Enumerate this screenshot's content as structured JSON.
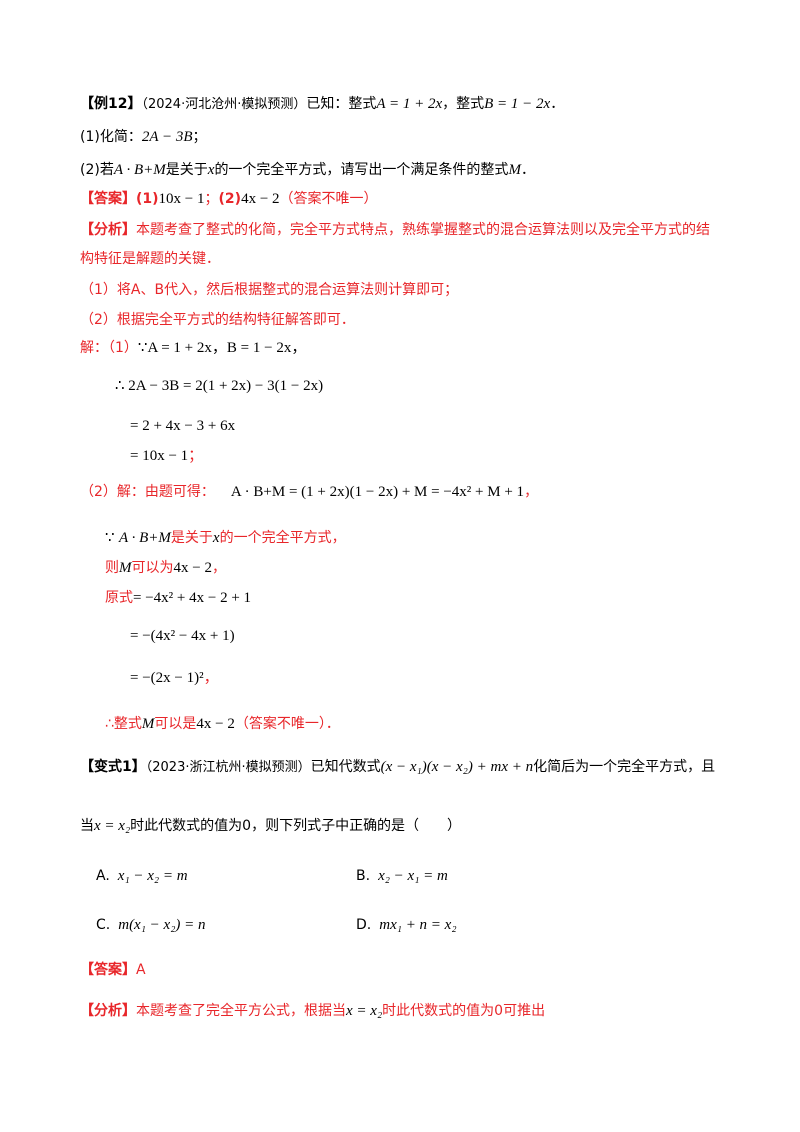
{
  "ex12": {
    "tag": "【例12】",
    "source": "（2024·河北沧州·模拟预测）",
    "stem_a": "已知：整式",
    "eqA": "A = 1 + 2x",
    "stem_b": "，整式",
    "eqB": "B = 1 − 2x",
    "stem_end": "．",
    "q1_label": "(1)化简：",
    "q1_expr": "2A − 3B",
    "q1_end": "；",
    "q2_label": "(2)若",
    "q2_expr": "A · B+M",
    "q2_text": "是关于",
    "q2_x": "x",
    "q2_text2": "的一个完全平方式，请写出一个满足条件的整式",
    "q2_M": "M",
    "q2_end": "．",
    "ans_tag": "【答案】",
    "ans1_label": "(1)",
    "ans1": "10x − 1",
    "ans_sep": "；",
    "ans2_label": "(2)",
    "ans2": "4x − 2",
    "ans2_note": "（答案不唯一）",
    "analysis_tag": "【分析】",
    "analysis_1": "本题考查了整式的化简，完全平方式特点，熟练掌握整式的混合运算法则以及完全平方式的结",
    "analysis_2": "构特征是解题的关键．",
    "step1": "（1）将A、B代入，然后根据整式的混合运算法则计算即可；",
    "step2": "（2）根据完全平方式的结构特征解答即可．",
    "sol_label": "解：（1）",
    "sol_given": "∵A = 1 + 2x，B = 1 − 2x，",
    "sol_l1": "∴ 2A − 3B = 2(1 + 2x) − 3(1 − 2x)",
    "sol_l2": "= 2 + 4x − 3 + 6x",
    "sol_l3": "= 10x − 1",
    "sol_l3_end": "；",
    "sol2_label": "（2）解：由题可得：",
    "sol2_expr": "A · B+M = (1 + 2x)(1 − 2x) + M = −4x² + M + 1",
    "sol2_end": "，",
    "since_sym": "∵",
    "since_expr": "A · B+M",
    "since_text": "是关于",
    "since_x": "x",
    "since_text2": "的一个完全平方式，",
    "then_a": "则",
    "then_M": "M",
    "then_b": "可以为",
    "then_expr": "4x − 2",
    "then_end": "，",
    "orig_label": "原式",
    "orig_l1": "= −4x² + 4x − 2 + 1",
    "orig_l2": "= −(4x² − 4x + 1)",
    "orig_l3": "= −(2x − 1)²",
    "orig_l3_end": "，",
    "conc_a": "∴整式",
    "conc_M": "M",
    "conc_b": "可以是",
    "conc_expr": "4x − 2",
    "conc_note": "（答案不唯一）．"
  },
  "var1": {
    "tag": "【变式1】",
    "source": "（2023·浙江杭州·模拟预测）",
    "stem_a": "已知代数式",
    "stem_expr": "(x − x₁)(x − x₂) + mx + n",
    "stem_b": "化简后为一个完全平方式，且",
    "stem_c": "当",
    "stem_cond": "x = x₂",
    "stem_d": "时此代数式的值为0，则下列式子中正确的是（　　）",
    "options": [
      {
        "label": "A.",
        "expr": "x₁ − x₂ = m"
      },
      {
        "label": "B.",
        "expr": "x₂ − x₁ = m"
      },
      {
        "label": "C.",
        "expr": "m(x₁ − x₂) = n"
      },
      {
        "label": "D.",
        "expr": "mx₁ + n = x₂"
      }
    ],
    "ans_tag": "【答案】",
    "ans": "A",
    "analysis_tag": "【分析】",
    "analysis_a": "本题考查了完全平方公式，根据当",
    "analysis_cond": "x = x₂",
    "analysis_b": "时此代数式的值为0可推出"
  }
}
